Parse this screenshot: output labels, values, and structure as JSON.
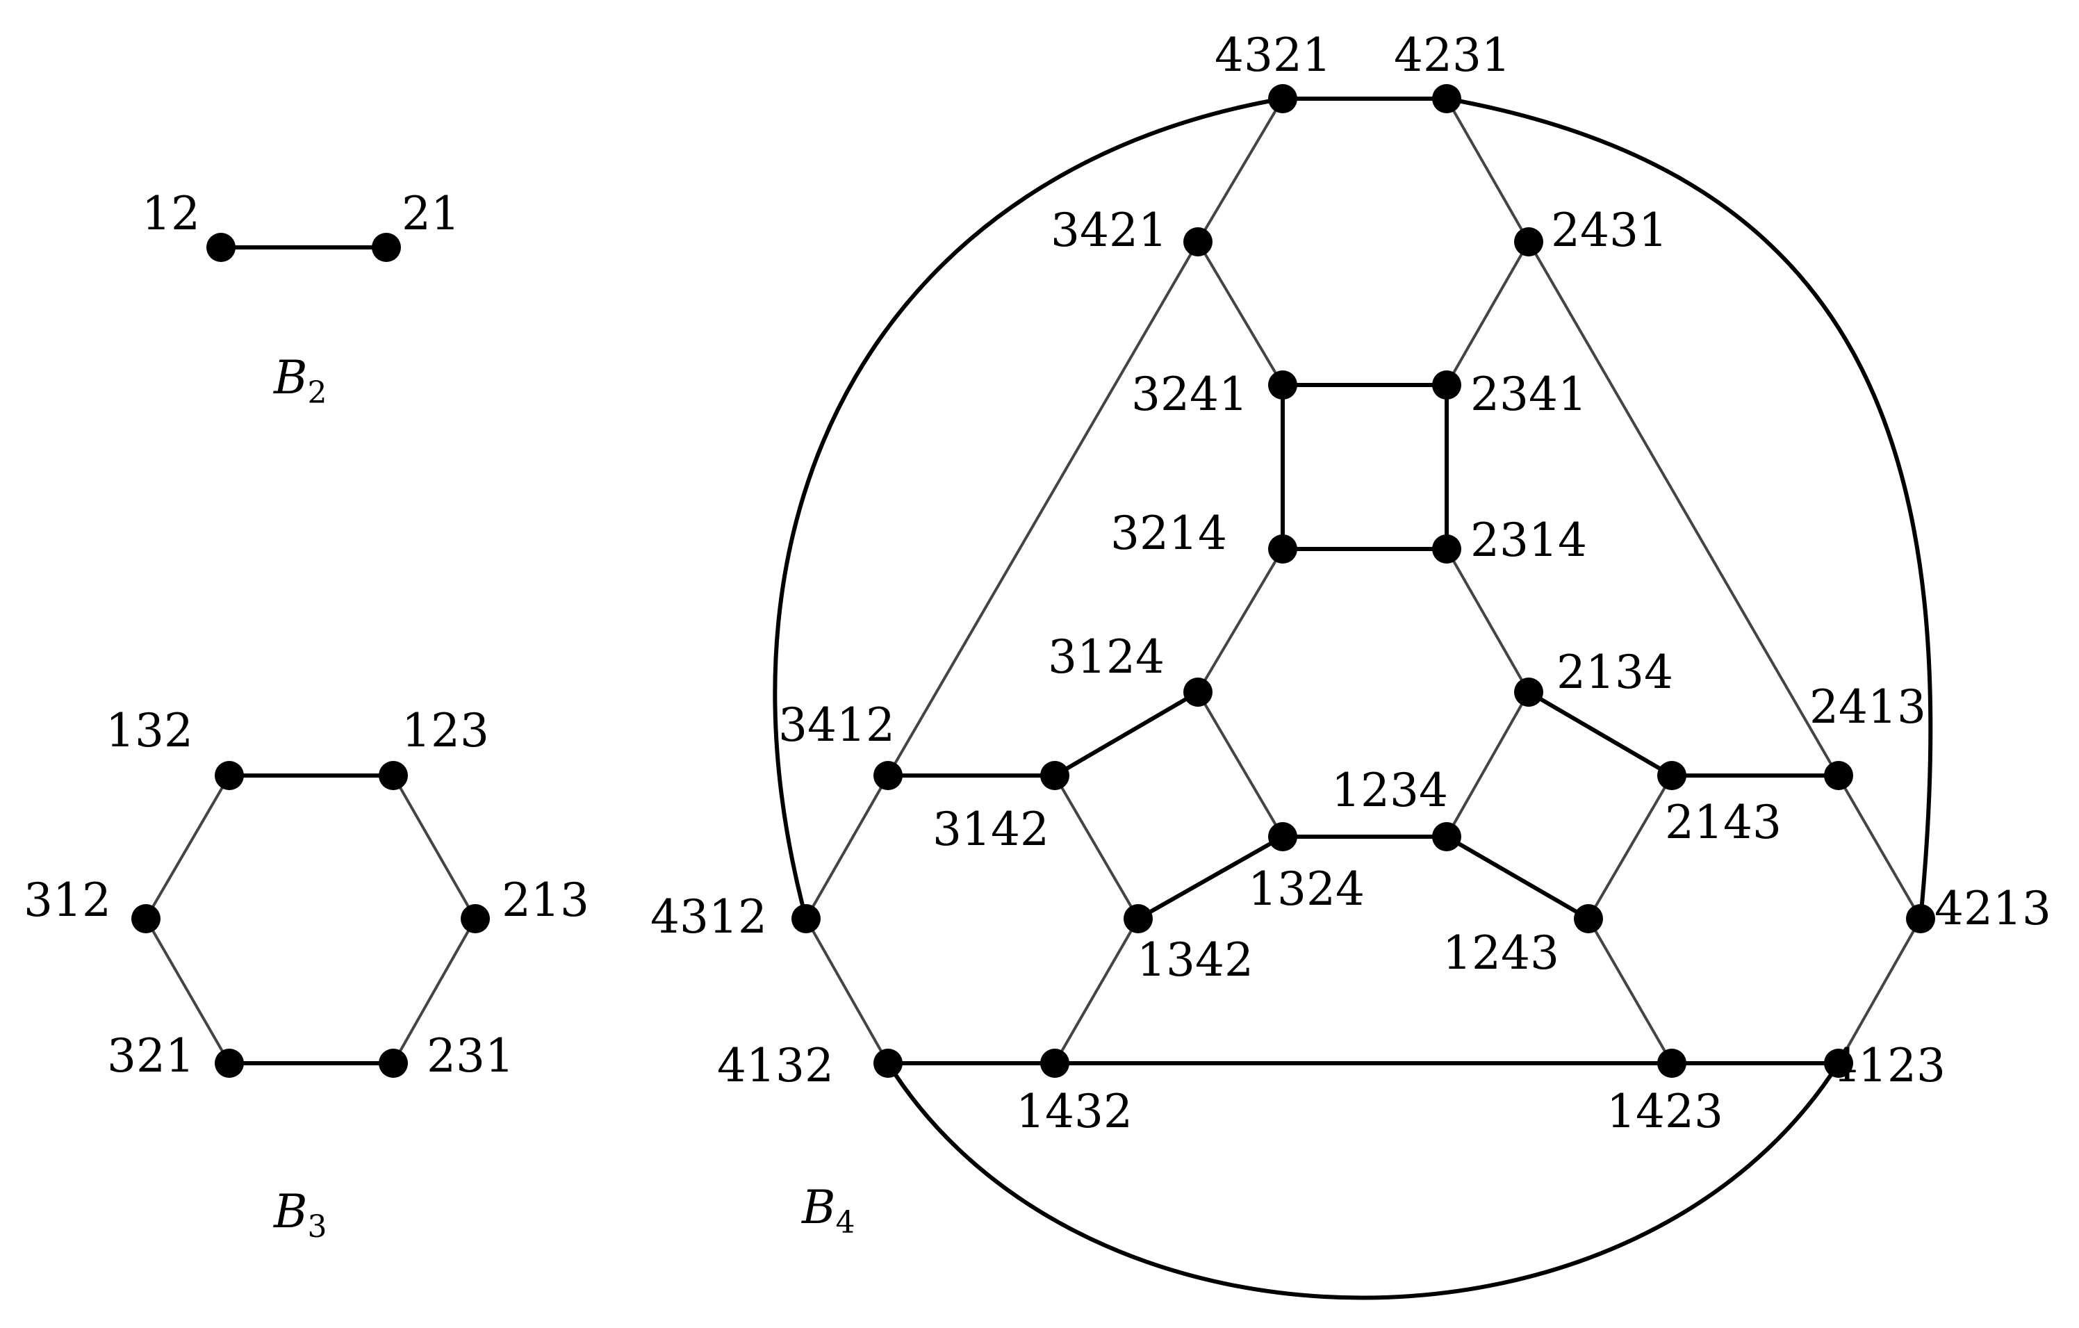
{
  "colors": {
    "edge": "#000000",
    "light_edge": "#444444",
    "node": "#000000",
    "background": "#ffffff"
  },
  "graphs": {
    "b2": {
      "title": "B",
      "subscript": "2",
      "vertices": {
        "12": "12",
        "21": "21"
      }
    },
    "b3": {
      "title": "B",
      "subscript": "3",
      "vertices": {
        "132": "132",
        "123": "123",
        "312": "312",
        "213": "213",
        "321": "321",
        "231": "231"
      }
    },
    "b4": {
      "title": "B",
      "subscript": "4",
      "vertices": {
        "4321": "4321",
        "4231": "4231",
        "3421": "3421",
        "2431": "2431",
        "3241": "3241",
        "2341": "2341",
        "3214": "3214",
        "2314": "2314",
        "3124": "3124",
        "2134": "2134",
        "3412": "3412",
        "3142": "3142",
        "1234": "1234",
        "1324": "1324",
        "2143": "2143",
        "2413": "2413",
        "4312": "4312",
        "1342": "1342",
        "1243": "1243",
        "4213": "4213",
        "4132": "4132",
        "1432": "1432",
        "1423": "1423",
        "4123": "4123"
      }
    }
  }
}
